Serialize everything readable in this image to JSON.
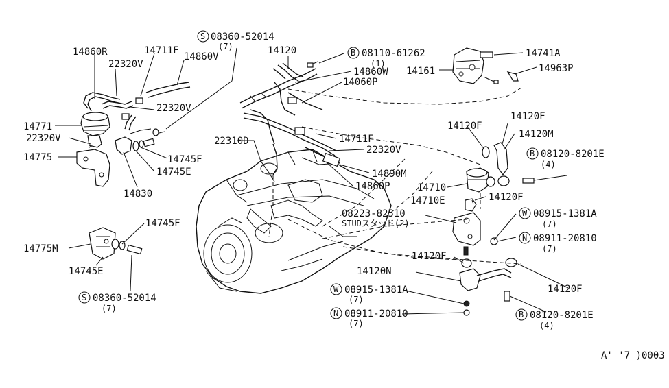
{
  "labels": {
    "p14860R": "14860R",
    "p14711F_a": "14711F",
    "p22320V_a": "22320V",
    "p14860V": "14860V",
    "p22320V_b": "22320V",
    "p14771": "14771",
    "p22320V_c": "22320V",
    "p14775": "14775",
    "p14745F_a": "14745F",
    "p14745E_a": "14745E",
    "p14830": "14830",
    "s_bolt_top": "08360-52014",
    "s_bolt_top_qty": "(7)",
    "p14120": "14120",
    "b_bolt_top": "08110-61262",
    "b_bolt_top_qty": "(1)",
    "p14741A": "14741A",
    "p14161": "14161",
    "p14963P": "14963P",
    "p14860W": "14860W",
    "p14060P": "14060P",
    "p22310D": "22310D",
    "p14711F_b": "14711F",
    "p22320V_d": "22320V",
    "p14890M": "14890M",
    "p14860P": "14860P",
    "p14120F_a": "14120F",
    "p14120F_b": "14120F",
    "p14120M": "14120M",
    "b_bolt_right1": "08120-8201E",
    "b_bolt_right1_qty": "(4)",
    "p14710": "14710",
    "p14710E": "14710E",
    "p14120F_c": "14120F",
    "stud_no": "08223-82510",
    "stud_desc": "STUDスタッド(2)",
    "w_washer_mid": "08915-1381A",
    "w_washer_mid_qty": "(7)",
    "n_nut_mid": "08911-20810",
    "n_nut_mid_qty": "(7)",
    "p14120F_d": "14120F",
    "p14120N": "14120N",
    "p14120F_e": "14120F",
    "w_washer_low": "08915-1381A",
    "w_washer_low_qty": "(7)",
    "n_nut_low": "08911-20810",
    "n_nut_low_qty": "(7)",
    "b_bolt_right2": "08120-8201E",
    "b_bolt_right2_qty": "(4)",
    "p14775M": "14775M",
    "p14745F_b": "14745F",
    "p14745E_b": "14745E",
    "s_bolt_low": "08360-52014",
    "s_bolt_low_qty": "(7)",
    "figure_code": "A' '7 )0003"
  },
  "markers": {
    "s": "S",
    "b": "B",
    "w": "W",
    "n": "N"
  }
}
